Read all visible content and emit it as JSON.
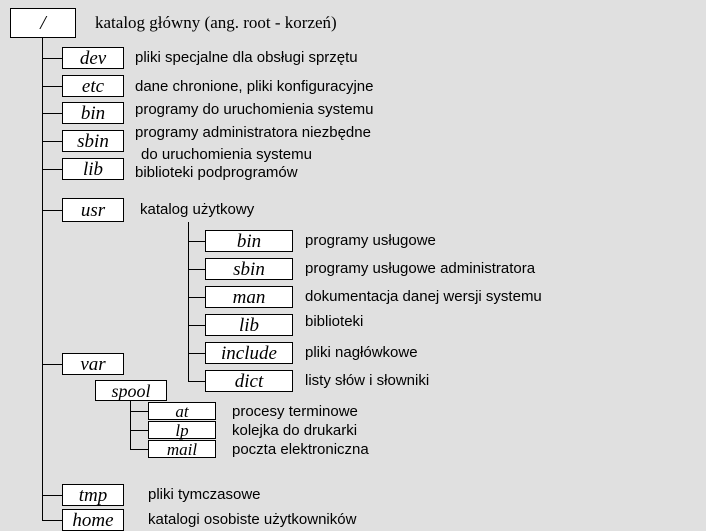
{
  "colors": {
    "background": "#e0e0e0",
    "box_background": "#ffffff",
    "box_border": "#000000",
    "text": "#000000"
  },
  "root": {
    "name": "/",
    "caption": "katalog główny (ang. root - korzeń)"
  },
  "level1": [
    {
      "name": "dev",
      "desc": "pliki specjalne dla obsługi sprzętu"
    },
    {
      "name": "etc",
      "desc": "dane chronione, pliki konfiguracyjne"
    },
    {
      "name": "bin",
      "desc": "programy do uruchomienia systemu"
    },
    {
      "name": "sbin",
      "desc": "programy administratora niezbędne",
      "desc2": "do uruchomienia systemu"
    },
    {
      "name": "lib",
      "desc": "biblioteki podprogramów"
    },
    {
      "name": "usr",
      "desc": "katalog użytkowy"
    },
    {
      "name": "var"
    },
    {
      "name": "tmp",
      "desc": "pliki tymczasowe"
    },
    {
      "name": "home",
      "desc": "katalogi osobiste użytkowników"
    }
  ],
  "usr_children": [
    {
      "name": "bin",
      "desc": "programy usługowe"
    },
    {
      "name": "sbin",
      "desc": "programy usługowe administratora"
    },
    {
      "name": "man",
      "desc": "dokumentacja danej wersji systemu"
    },
    {
      "name": "lib",
      "desc": "biblioteki"
    },
    {
      "name": "include",
      "desc": "pliki nagłówkowe"
    },
    {
      "name": "dict",
      "desc": "listy słów i słowniki"
    }
  ],
  "var_children": [
    {
      "name": "spool"
    }
  ],
  "spool_children": [
    {
      "name": "at",
      "desc": "procesy terminowe"
    },
    {
      "name": "lp",
      "desc": "kolejka do drukarki"
    },
    {
      "name": "mail",
      "desc": "poczta elektroniczna"
    }
  ]
}
